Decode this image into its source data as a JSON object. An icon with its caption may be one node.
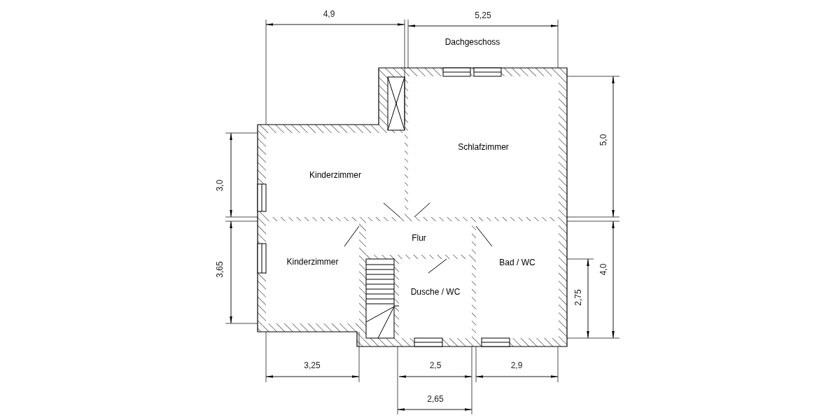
{
  "diagram": {
    "title": "Dachgeschoss",
    "nodes": [
      {
        "text": [
          "Kinderzimmer"
        ]
      },
      {
        "text": [
          "Schlafzimmer"
        ]
      },
      {
        "text": [
          "Kinderzimmer"
        ]
      },
      {
        "text": [
          "Flur"
        ]
      },
      {
        "text": [
          "Bad / WC"
        ]
      },
      {
        "text": [
          "Dusche / WC"
        ]
      }
    ],
    "edges": [],
    "labels": [
      "4,9",
      "5,25",
      "5,0",
      "3,0",
      "3,65",
      "2,75",
      "4,0",
      "3,25",
      "2,5",
      "2,9",
      "2,65"
    ]
  }
}
